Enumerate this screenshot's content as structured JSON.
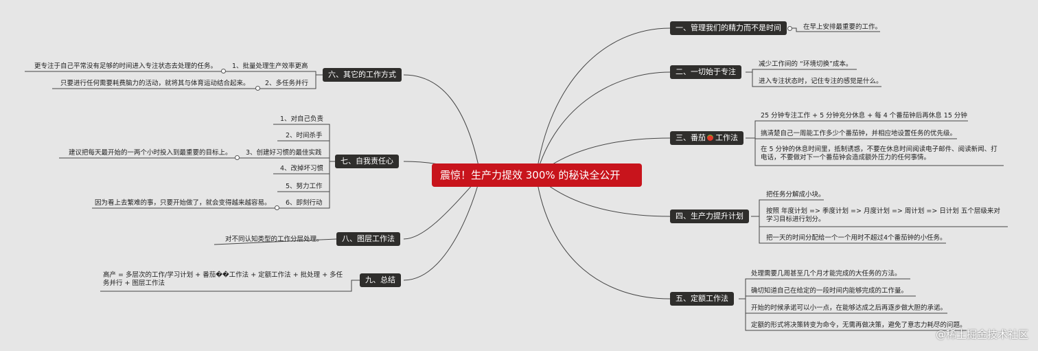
{
  "root": "震惊！生产力提效 300% 的秘诀全公开",
  "right": [
    {
      "title": "一、管理我们的精力而不是时间",
      "items": [
        "在早上安排最重要的工作。"
      ]
    },
    {
      "title": "二、一切始于专注",
      "items": [
        "减少工作间的 “环境切换”成本。",
        "进入专注状态时，记住专注的感觉是什么。"
      ]
    },
    {
      "title": "三、番茄",
      "title_suffix": "工作法",
      "items": [
        "25 分钟专注工作 + 5 分钟充分休息 + 每 4 个番茄钟后再休息 15 分钟",
        "搞清楚自己一周能工作多少个番茄钟，并相应地设置任务的优先级。",
        "在 5 分钟的休息时间里，抵制诱惑，不要在休息时间阅读电子邮件、阅读新闻、打电话，不要做对下一个番茄钟会造成额外压力的任何事情。"
      ]
    },
    {
      "title": "四、生产力提升计划",
      "items": [
        "把任务分解成小块。",
        "按照 年度计划 => 季度计划 => 月度计划 => 周计划 => 日计划 五个层级来对学习目标进行划分。",
        "把一天的时间分配给一个一个用时不超过4个番茄钟的小任务。"
      ]
    },
    {
      "title": "五、定额工作法",
      "items": [
        "处理需要几周甚至几个月才能完成的大任务的方法。",
        "确切知道自己在给定的一段时间内能够完成的工作量。",
        "开始的时候承诺可以小一点，在能够达成之后再逐步做大胆的承诺。",
        "定额的形式将决策转变为命令，无需再做决策，避免了意志力耗尽的问题。"
      ]
    }
  ],
  "left": [
    {
      "title": "六、其它的工作方式",
      "items": [
        {
          "label": "1、批量处理生产效率更高",
          "detail": "更专注于自己平常没有足够的时间进入专注状态去处理的任务。"
        },
        {
          "label": "2、多任务并行",
          "detail": "只要进行任何需要耗费脑力的活动，就将其与体育运动结合起来。"
        }
      ]
    },
    {
      "title": "七、自我责任心",
      "items": [
        {
          "label": "1、对自己负责"
        },
        {
          "label": "2、时间杀手"
        },
        {
          "label": "3、创建好习惯的最佳实践",
          "detail": "建议把每天最开始的一两个小时投入到最重要的目标上。"
        },
        {
          "label": "4、改掉坏习惯"
        },
        {
          "label": "5、努力工作"
        },
        {
          "label": "6、即刻行动",
          "detail": "因为看上去繁难的事，只要开始做了，就会变得越来越容易。"
        }
      ]
    },
    {
      "title": "八、图层工作法",
      "items": [
        {
          "detail": "对不同认知类型的工作分层处理。"
        }
      ]
    },
    {
      "title": "九、总结",
      "items": [
        {
          "detail": "高产 = 多层次的工作/学习计划 + 番茄��工作法 + 定额工作法 + 批处理 + 多任务并行 + 图层工作法"
        }
      ]
    }
  ],
  "watermark": "@稀土掘金技术社区",
  "colors": {
    "root": "#c8141c",
    "node": "#2f2e2c",
    "line": "#444444",
    "background": "#e6e6e6"
  },
  "icons": {
    "tomato": "tomato-icon"
  }
}
